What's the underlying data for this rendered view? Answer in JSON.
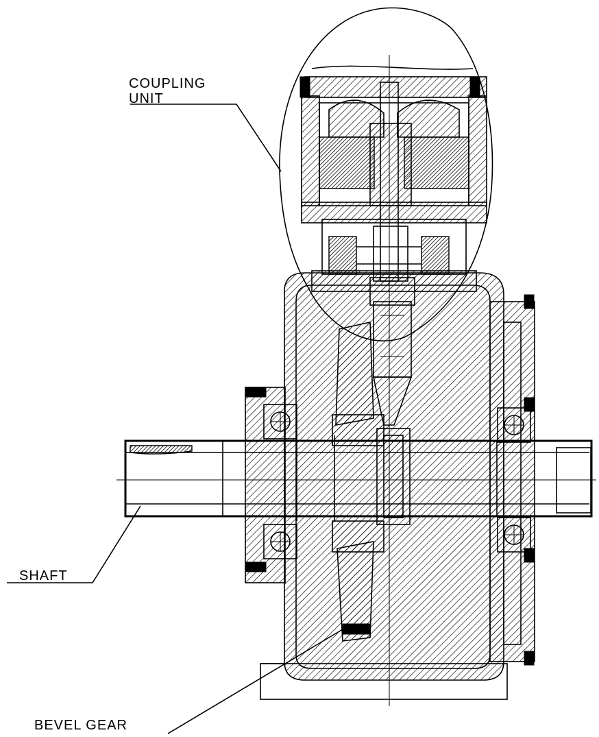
{
  "diagram": {
    "labels": {
      "coupling_line1": "COUPLING",
      "coupling_line2": "UNIT",
      "shaft": "SHAFT",
      "bevel_gear": "BEVEL GEAR"
    },
    "colors": {
      "ink": "#000000",
      "paper": "#ffffff"
    }
  }
}
